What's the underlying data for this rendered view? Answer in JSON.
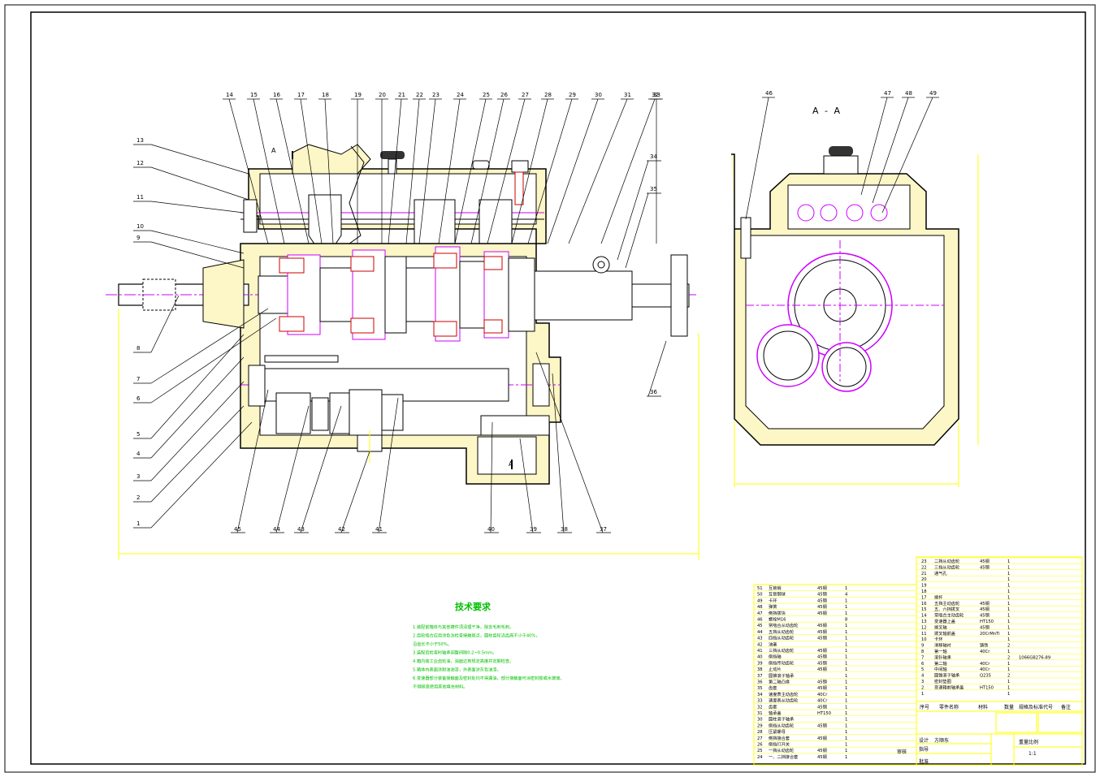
{
  "drawing": {
    "section_label": "A - A",
    "cut_marker_top": "A",
    "cut_marker_bottom": "A",
    "callouts_left": [
      "14",
      "15",
      "16",
      "17",
      "18",
      "19",
      "20",
      "21",
      "22",
      "23",
      "24",
      "25",
      "26",
      "27",
      "28",
      "29",
      "30",
      "31",
      "32",
      "33"
    ],
    "callouts_left_side": [
      "13",
      "12",
      "11",
      "10",
      "9",
      "8",
      "7",
      "6",
      "5",
      "4",
      "3",
      "2",
      "1"
    ],
    "callouts_bottom": [
      "45",
      "44",
      "43",
      "42",
      "41",
      "40",
      "39",
      "38",
      "37"
    ],
    "callouts_right": [
      "34",
      "35",
      "36"
    ],
    "callouts_section": [
      "46",
      "47",
      "48",
      "49"
    ]
  },
  "notes": {
    "title": "技术要求",
    "lines": [
      "1.装配前箱体与其他铸件须清理干净，除去毛刺毛刺。",
      "2.齿轮啮合应用涂色法检查接触斑点，圆柱齿轮沿齿高不小于40%，",
      "   沿齿长不小于50%。",
      "3.装配后检查时轴承调整间隙0.2~0.5mm。",
      "4.箱内装工业齿轮油，油面达到规定高度并定期检查。",
      "5.箱体内表面涂耐油油漆，外表面涂灰色油漆。",
      "6.变速器部分装备接触面及密封处均不得漏油，部分接触面可涂密封胶或水玻璃，",
      "   不得随意使用其他填充材料。"
    ]
  },
  "bom_left": [
    {
      "no": "51",
      "name": "互锁销",
      "mat": "45钢",
      "qty": "1"
    },
    {
      "no": "50",
      "name": "互锁钢球",
      "mat": "45钢",
      "qty": "4"
    },
    {
      "no": "49",
      "name": "卡环",
      "mat": "45钢",
      "qty": "1"
    },
    {
      "no": "48",
      "name": "弹簧",
      "mat": "45钢",
      "qty": "1"
    },
    {
      "no": "47",
      "name": "倒挡拨块",
      "mat": "45钢",
      "qty": "1"
    },
    {
      "no": "46",
      "name": "螺栓M16",
      "mat": "",
      "qty": "8"
    },
    {
      "no": "45",
      "name": "常啮合从动齿轮",
      "mat": "45钢",
      "qty": "1"
    },
    {
      "no": "44",
      "name": "五挡从动齿轮",
      "mat": "45钢",
      "qty": "1"
    },
    {
      "no": "43",
      "name": "四挡从动齿轮",
      "mat": "45钢",
      "qty": "1"
    },
    {
      "no": "42",
      "name": "油塞",
      "mat": "",
      "qty": "1"
    },
    {
      "no": "41",
      "name": "三挡从动齿轮",
      "mat": "45钢",
      "qty": "1"
    },
    {
      "no": "40",
      "name": "倒挡轴",
      "mat": "45钢",
      "qty": "1"
    },
    {
      "no": "39",
      "name": "倒挡传动齿轮",
      "mat": "45钢",
      "qty": "1"
    },
    {
      "no": "38",
      "name": "止动片",
      "mat": "45钢",
      "qty": "1"
    },
    {
      "no": "37",
      "name": "圆锥滚子轴承",
      "mat": "",
      "qty": "1"
    },
    {
      "no": "36",
      "name": "第二轴凸缘",
      "mat": "45钢",
      "qty": "1"
    },
    {
      "no": "35",
      "name": "齿套",
      "mat": "45钢",
      "qty": "1"
    },
    {
      "no": "34",
      "name": "速度表主动齿轮",
      "mat": "40Cr",
      "qty": "1"
    },
    {
      "no": "33",
      "name": "速度表从动齿轮",
      "mat": "40Cr",
      "qty": "1"
    },
    {
      "no": "32",
      "name": "齿套",
      "mat": "45钢",
      "qty": "1"
    },
    {
      "no": "31",
      "name": "轴承盖",
      "mat": "HT150",
      "qty": "1"
    },
    {
      "no": "30",
      "name": "圆柱滚子轴承",
      "mat": "",
      "qty": "1"
    },
    {
      "no": "29",
      "name": "倒挡从动齿轮",
      "mat": "45钢",
      "qty": "1"
    },
    {
      "no": "28",
      "name": "压紧螺母",
      "mat": "",
      "qty": "1"
    },
    {
      "no": "27",
      "name": "倒挡接合套",
      "mat": "45钢",
      "qty": "1"
    },
    {
      "no": "26",
      "name": "倒挡灯开关",
      "mat": "",
      "qty": "1"
    },
    {
      "no": "25",
      "name": "一挡从动齿轮",
      "mat": "45钢",
      "qty": "1"
    },
    {
      "no": "24",
      "name": "一、二挡接合套",
      "mat": "45钢",
      "qty": "1"
    }
  ],
  "bom_right": [
    {
      "no": "23",
      "name": "二挡从动齿轮",
      "mat": "45钢",
      "qty": "1",
      "std": ""
    },
    {
      "no": "22",
      "name": "三挡从动齿轮",
      "mat": "45钢",
      "qty": "1",
      "std": ""
    },
    {
      "no": "21",
      "name": "通气孔",
      "mat": "",
      "qty": "1",
      "std": ""
    },
    {
      "no": "20",
      "name": "",
      "mat": "",
      "qty": "1",
      "std": ""
    },
    {
      "no": "19",
      "name": "",
      "mat": "",
      "qty": "1",
      "std": ""
    },
    {
      "no": "18",
      "name": "",
      "mat": "",
      "qty": "1",
      "std": ""
    },
    {
      "no": "17",
      "name": "拨杆",
      "mat": "",
      "qty": "1",
      "std": ""
    },
    {
      "no": "16",
      "name": "五挡主动齿轮",
      "mat": "45钢",
      "qty": "1",
      "std": ""
    },
    {
      "no": "15",
      "name": "五、六挡拨叉",
      "mat": "45钢",
      "qty": "1",
      "std": ""
    },
    {
      "no": "14",
      "name": "常啮合主动齿轮",
      "mat": "45钢",
      "qty": "1",
      "std": ""
    },
    {
      "no": "13",
      "name": "变速器上盖",
      "mat": "HT150",
      "qty": "1",
      "std": ""
    },
    {
      "no": "12",
      "name": "拨叉轴",
      "mat": "45钢",
      "qty": "1",
      "std": ""
    },
    {
      "no": "11",
      "name": "拨叉轴前盖",
      "mat": "20CrMnTi",
      "qty": "1",
      "std": ""
    },
    {
      "no": "10",
      "name": "卡环",
      "mat": "",
      "qty": "1",
      "std": ""
    },
    {
      "no": "9",
      "name": "滑移轴衬",
      "mat": "铸铁",
      "qty": "2",
      "std": ""
    },
    {
      "no": "8",
      "name": "第一轴",
      "mat": "40Cr",
      "qty": "1",
      "std": ""
    },
    {
      "no": "7",
      "name": "滚针轴承",
      "mat": "",
      "qty": "2",
      "std": "1066GB276-89"
    },
    {
      "no": "6",
      "name": "第二轴",
      "mat": "40Cr",
      "qty": "1",
      "std": ""
    },
    {
      "no": "5",
      "name": "中间轴",
      "mat": "40Cr",
      "qty": "1",
      "std": ""
    },
    {
      "no": "4",
      "name": "圆锥滚子轴承",
      "mat": "Q235",
      "qty": "2",
      "std": ""
    },
    {
      "no": "3",
      "name": "密封垫圈",
      "mat": "",
      "qty": "1",
      "std": ""
    },
    {
      "no": "2",
      "name": "变速箱前轴承盖",
      "mat": "HT150",
      "qty": "1",
      "std": ""
    },
    {
      "no": "1",
      "name": "",
      "mat": "",
      "qty": "1",
      "std": ""
    }
  ],
  "table_header": {
    "no": "序号",
    "name": "零件名称",
    "mat": "材料",
    "qty": "数量",
    "std": "规格及标准代号",
    "remark": "备注"
  },
  "title_block": {
    "design_label": "设计",
    "designer": "方顺东",
    "guide_label": "指导",
    "review_label": "审核",
    "approve_label": "批准",
    "weight_label": "重量比例",
    "scale": "1:1"
  }
}
